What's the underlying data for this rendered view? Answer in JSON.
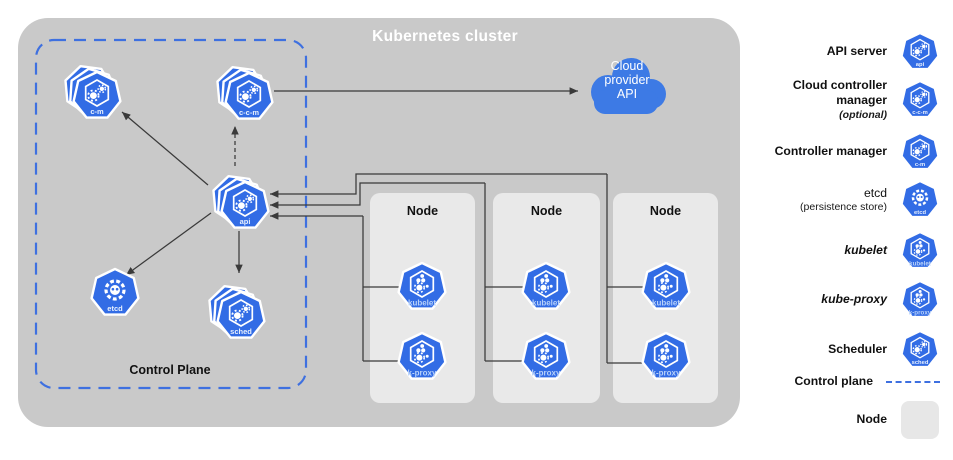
{
  "title": "Kubernetes cluster",
  "control_plane": {
    "label": "Control Plane",
    "api_label": "api",
    "cm_label": "c-m",
    "ccm_label": "c-c-m",
    "etcd_label": "etcd",
    "sched_label": "sched"
  },
  "cloud": {
    "label": "Cloud provider API"
  },
  "nodes": [
    {
      "title": "Node",
      "kubelet_label": "kubelet",
      "kproxy_label": "k-proxy"
    },
    {
      "title": "Node",
      "kubelet_label": "kubelet",
      "kproxy_label": "k-proxy"
    },
    {
      "title": "Node",
      "kubelet_label": "kubelet",
      "kproxy_label": "k-proxy"
    }
  ],
  "legend": {
    "rows": [
      {
        "label": "API server",
        "icon_label": "api"
      },
      {
        "label": "Cloud controller manager",
        "note": "(optional)",
        "icon_label": "c-c-m"
      },
      {
        "label": "Controller manager",
        "icon_label": "c-m"
      },
      {
        "label": "etcd",
        "note": "(persistence store)",
        "icon_label": "etcd"
      },
      {
        "label": "kubelet",
        "icon_label": "kubelet"
      },
      {
        "label": "kube-proxy",
        "icon_label": "k-proxy"
      },
      {
        "label": "Scheduler",
        "icon_label": "sched"
      },
      {
        "label": "Control plane"
      },
      {
        "label": "Node"
      }
    ]
  },
  "colors": {
    "k8s_blue": "#326ce5",
    "cloud_blue": "#3d7ae5",
    "cluster_gray": "#c9c9c9",
    "node_gray": "#e9e9e9",
    "dash_blue": "#3e70e0",
    "arrow": "#3a3a3a"
  }
}
